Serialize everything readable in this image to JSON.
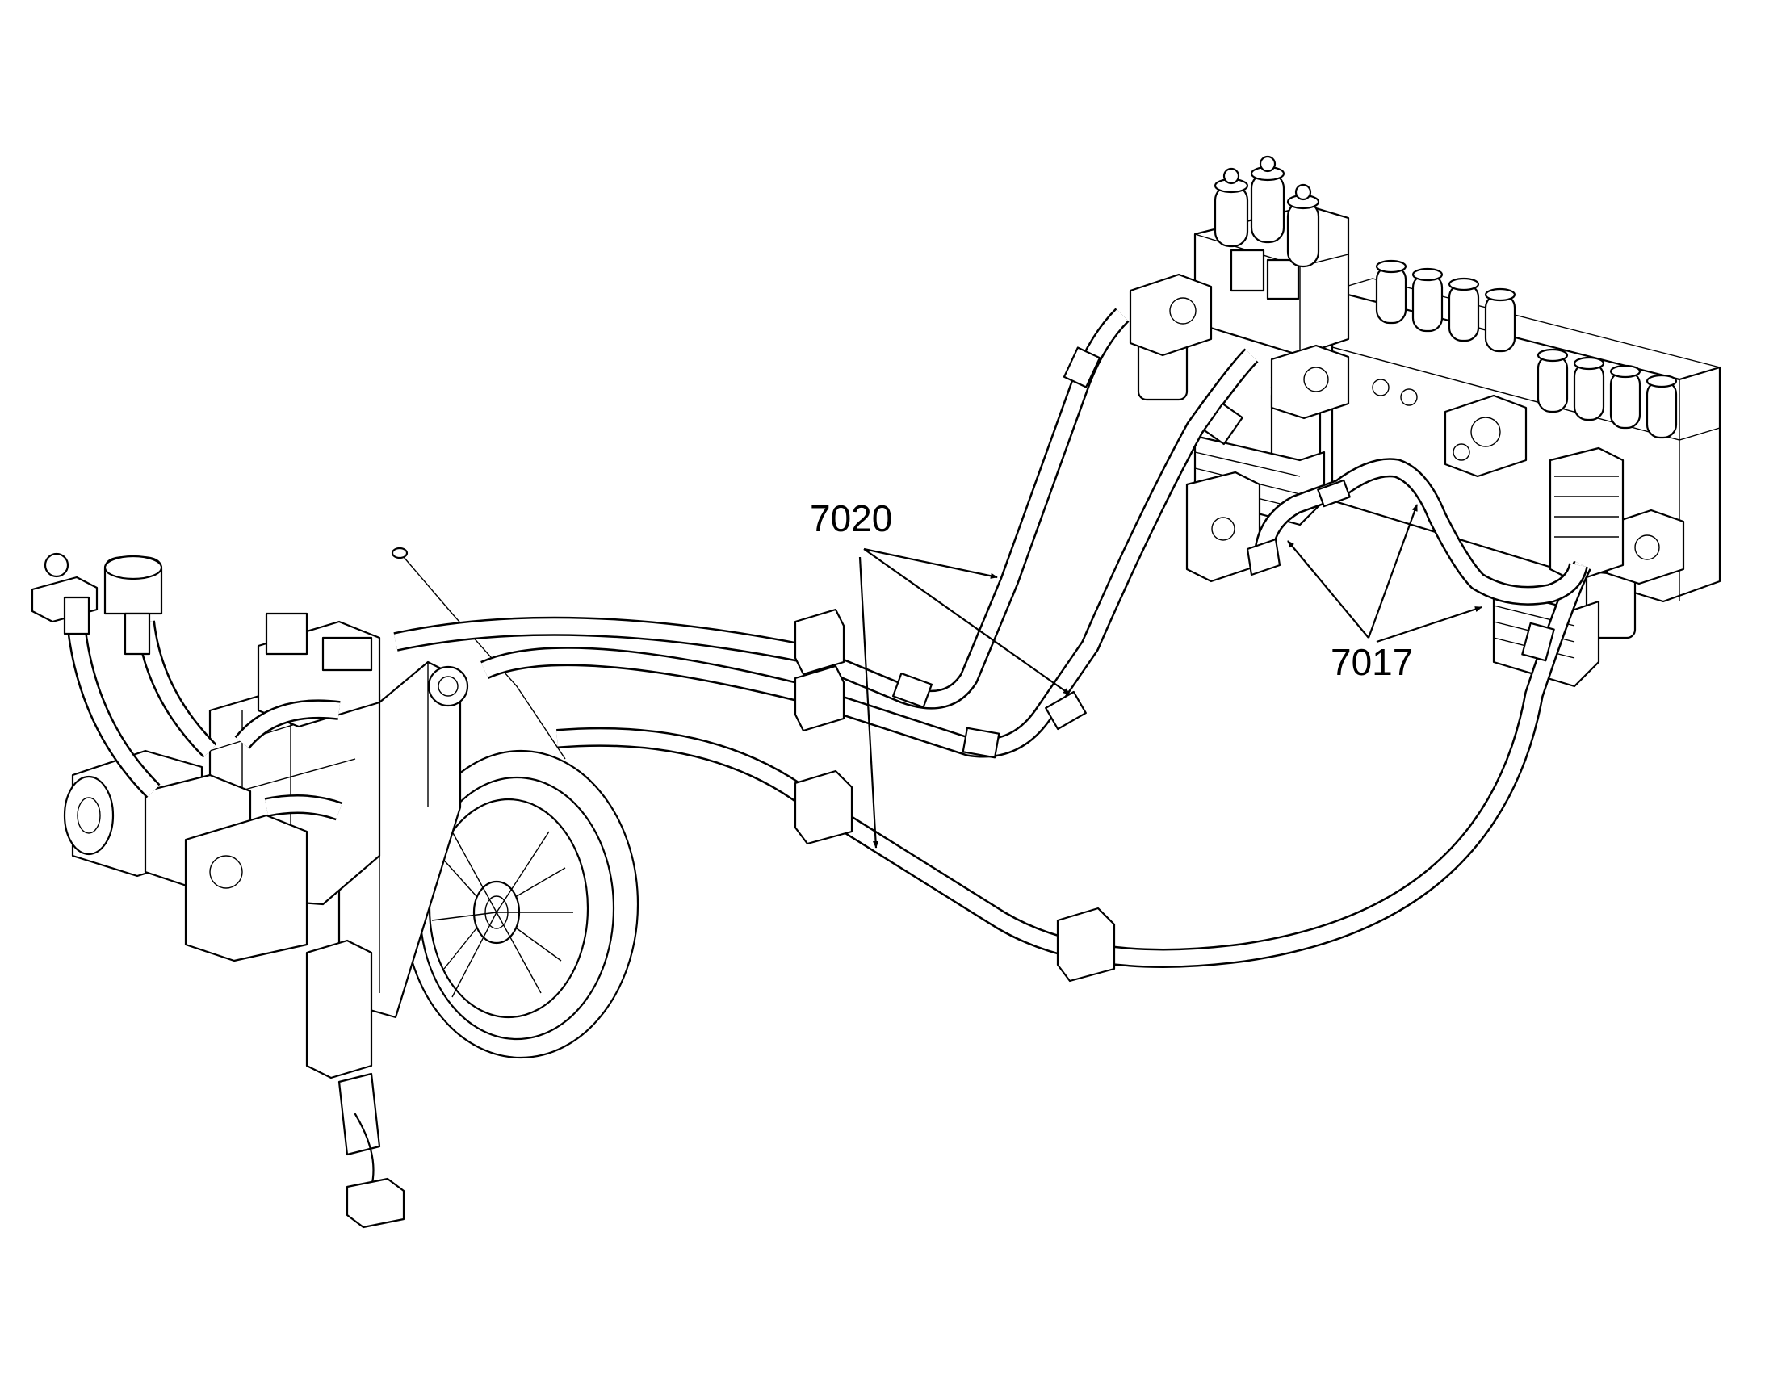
{
  "callouts": [
    {
      "id": "callout-7020",
      "text": "7020"
    },
    {
      "id": "callout-7017",
      "text": "7017"
    }
  ],
  "colors": {
    "line": "#000000",
    "background": "#ffffff"
  }
}
